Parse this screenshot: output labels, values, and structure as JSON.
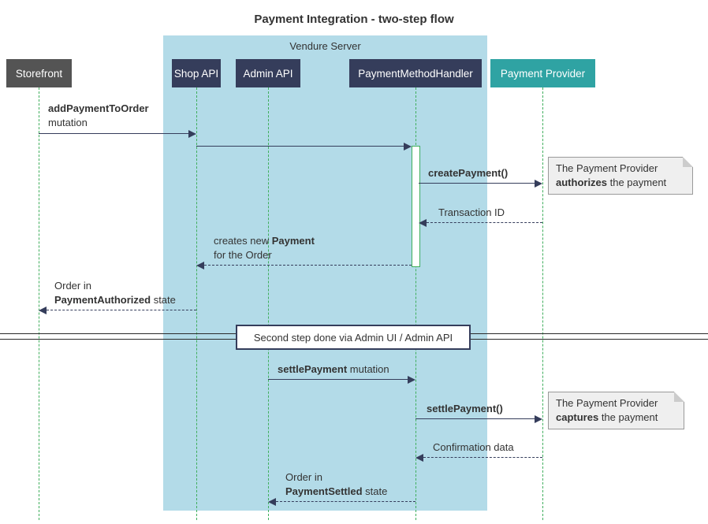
{
  "title": "Payment Integration - two-step flow",
  "frame": {
    "label": "Vendure Server"
  },
  "participants": {
    "storefront": "Storefront",
    "shop_api": "Shop API",
    "admin_api": "Admin API",
    "handler": "PaymentMethodHandler",
    "provider": "Payment Provider"
  },
  "messages": {
    "add_payment": {
      "bold": "addPaymentToOrder",
      "normal": "mutation"
    },
    "create_payment": {
      "bold": "createPayment()"
    },
    "transaction_id": {
      "normal": "Transaction ID"
    },
    "creates_payment": {
      "pre": "creates new ",
      "bold": "Payment",
      "line2": "for the Order"
    },
    "order_authorized": {
      "line1": "Order in",
      "bold": "PaymentAuthorized",
      "post": " state"
    },
    "settle_mutation": {
      "bold": "settlePayment",
      "post": " mutation"
    },
    "settle_call": {
      "bold": "settlePayment()"
    },
    "confirmation": {
      "normal": "Confirmation data"
    },
    "order_settled": {
      "line1": "Order in",
      "bold": "PaymentSettled",
      "post": " state"
    }
  },
  "notes": {
    "authorizes": {
      "line1": "The Payment Provider",
      "bold": "authorizes",
      "post": " the payment"
    },
    "captures": {
      "line1": "The Payment Provider",
      "bold": "captures",
      "post": " the payment"
    }
  },
  "divider": {
    "label": "Second step done via Admin UI / Admin API"
  },
  "colors": {
    "frame_bg": "#B3DBE8",
    "participant_navy": "#353D5B",
    "participant_gray": "#545454",
    "participant_teal": "#2FA3A3",
    "lifeline_green": "#3FAE5C",
    "arrow_navy": "#353D5B",
    "note_bg": "#EFEFEF"
  }
}
